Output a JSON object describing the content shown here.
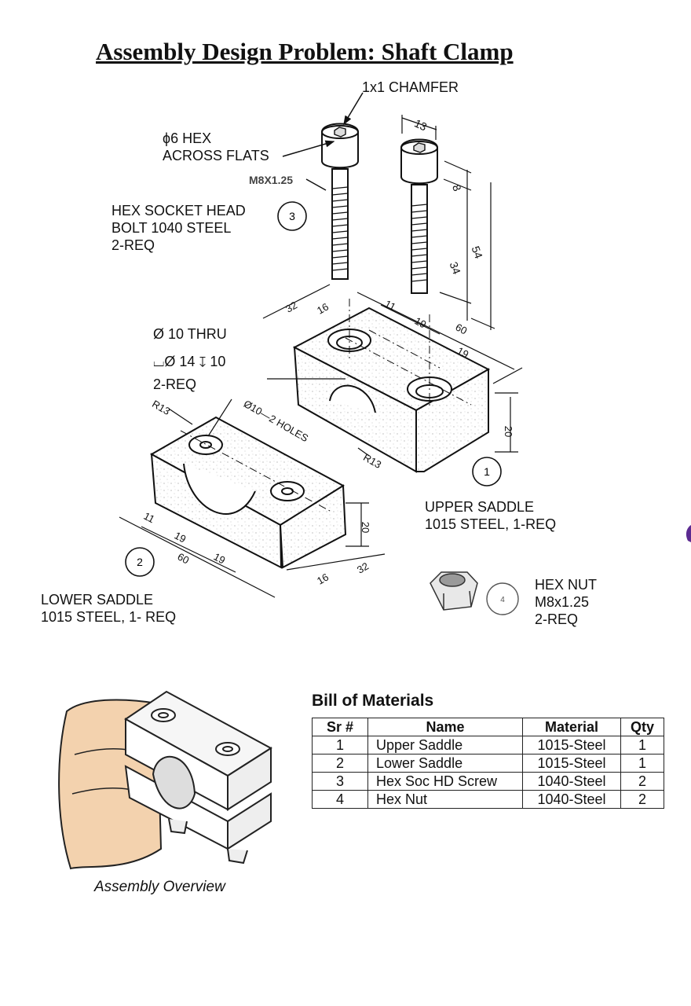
{
  "title": "Assembly Design Problem: Shaft Clamp",
  "bolt_callouts": {
    "chamfer": "1x1 CHAMFER",
    "hex_across_flats": "ϕ6 HEX\nACROSS FLATS",
    "thread": "M8X1.25",
    "part_label": "HEX SOCKET HEAD\nBOLT 1040 STEEL\n2-REQ",
    "balloon": "3"
  },
  "bolt_dims": [
    "13",
    "8",
    "54",
    "34"
  ],
  "hole_callout": {
    "thru": "Ø 10 THRU",
    "cbore": "⌴Ø 14 ↧ 10",
    "qty": "2-REQ"
  },
  "upper_saddle": {
    "label": "UPPER SADDLE\n1015 STEEL, 1-REQ",
    "balloon": "1",
    "dims": [
      "32",
      "16",
      "11",
      "19",
      "60",
      "19",
      "20",
      "R13"
    ]
  },
  "lower_saddle": {
    "label": "LOWER SADDLE\n1015 STEEL, 1- REQ",
    "balloon": "2",
    "dims": [
      "R13",
      "Ø10—2 HOLES",
      "11",
      "19",
      "19",
      "60",
      "20",
      "32",
      "16"
    ]
  },
  "hex_nut": {
    "label": "HEX NUT\nM8x1.25\n2-REQ",
    "balloon": "4"
  },
  "bom": {
    "title": "Bill of Materials",
    "headers": [
      "Sr #",
      "Name",
      "Material",
      "Qty"
    ],
    "rows": [
      [
        "1",
        "Upper Saddle",
        "1015-Steel",
        "1"
      ],
      [
        "2",
        "Lower Saddle",
        "1015-Steel",
        "1"
      ],
      [
        "3",
        "Hex Soc HD Screw",
        "1040-Steel",
        "2"
      ],
      [
        "4",
        "Hex Nut",
        "1040-Steel",
        "2"
      ]
    ]
  },
  "overview_caption": "Assembly Overview",
  "colors": {
    "ink": "#111111",
    "skin": "#f3d2ae",
    "speckle": "#bbbbbb",
    "accent": "#5b2a91"
  }
}
